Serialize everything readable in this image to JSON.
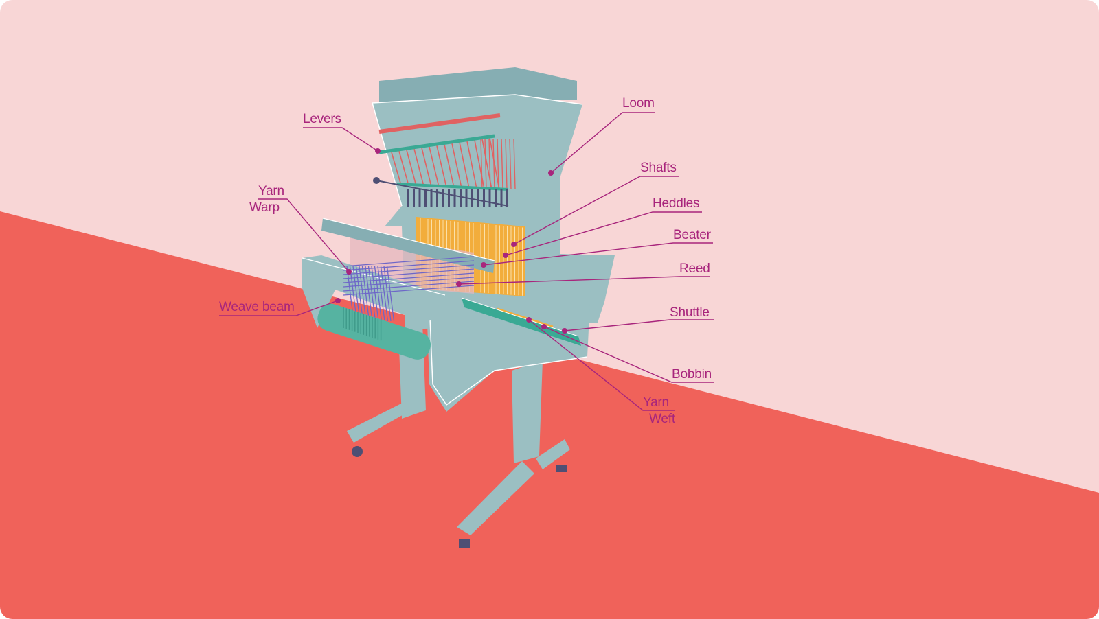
{
  "colors": {
    "background_top": "#f8d6d6",
    "background_bottom": "#f0625a",
    "machine": "#9bbfc2",
    "machine_dark": "#86aeb3",
    "machine_outline": "#ffffff",
    "heddles": "#f2ad3c",
    "red_bar": "#e06262",
    "green": "#3aa994",
    "warp_threads": "#6d66c8",
    "teal_beam": "#56b3a1",
    "dark_parts": "#4e4f74",
    "label_text": "#a8257c",
    "leader_line": "#a8257c"
  },
  "labels": {
    "loom": "Loom",
    "levers": "Levers",
    "shafts": "Shafts",
    "yarn_warp_top": "Yarn",
    "yarn_warp_bottom": "Warp",
    "heddles": "Heddles",
    "beater": "Beater",
    "reed": "Reed",
    "weave_beam": "Weave beam",
    "shuttle": "Shuttle",
    "bobbin": "Bobbin",
    "yarn_weft_top": "Yarn",
    "yarn_weft_bottom": "Weft"
  }
}
